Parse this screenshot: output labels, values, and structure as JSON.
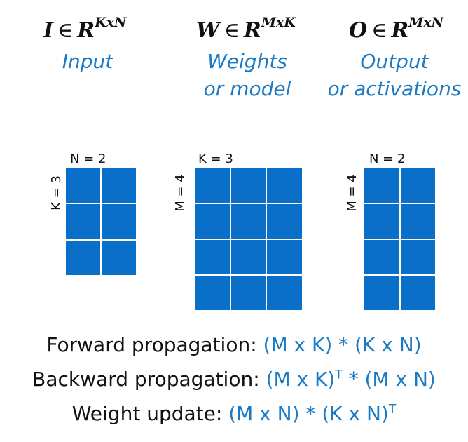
{
  "headers": [
    {
      "var": "I",
      "sym": "∈",
      "set": "R",
      "sup": "KxN",
      "caption_1": "Input",
      "caption_2": ""
    },
    {
      "var": "W",
      "sym": "∈",
      "set": "R",
      "sup": "MxK",
      "caption_1": "Weights",
      "caption_2": "or model"
    },
    {
      "var": "O",
      "sym": "∈",
      "set": "R",
      "sup": "MxN",
      "caption_1": "Output",
      "caption_2": "or activations"
    }
  ],
  "matrices": [
    {
      "top_label": "N = 2",
      "side_label": "K = 3",
      "rows": 3,
      "cols": 2
    },
    {
      "top_label": "K = 3",
      "side_label": "M = 4",
      "rows": 4,
      "cols": 3
    },
    {
      "top_label": "N = 2",
      "side_label": "M = 4",
      "rows": 4,
      "cols": 2
    }
  ],
  "formulas": [
    {
      "label": "Forward propagation: ",
      "expr_a": "(M x K) * (K x N)",
      "sup_a": "",
      "expr_b": "",
      "sup_b": ""
    },
    {
      "label": "Backward propagation: ",
      "expr_a": "(M x K)",
      "sup_a": "T",
      "expr_b": " * (M x N)",
      "sup_b": ""
    },
    {
      "label": "Weight update: ",
      "expr_a": "(M x N) * (K x N)",
      "sup_a": "T",
      "expr_b": "",
      "sup_b": ""
    }
  ],
  "colors": {
    "matrix_cell": "#0a6fc8",
    "caption_text": "#1a7ac4",
    "body_text": "#111111"
  }
}
